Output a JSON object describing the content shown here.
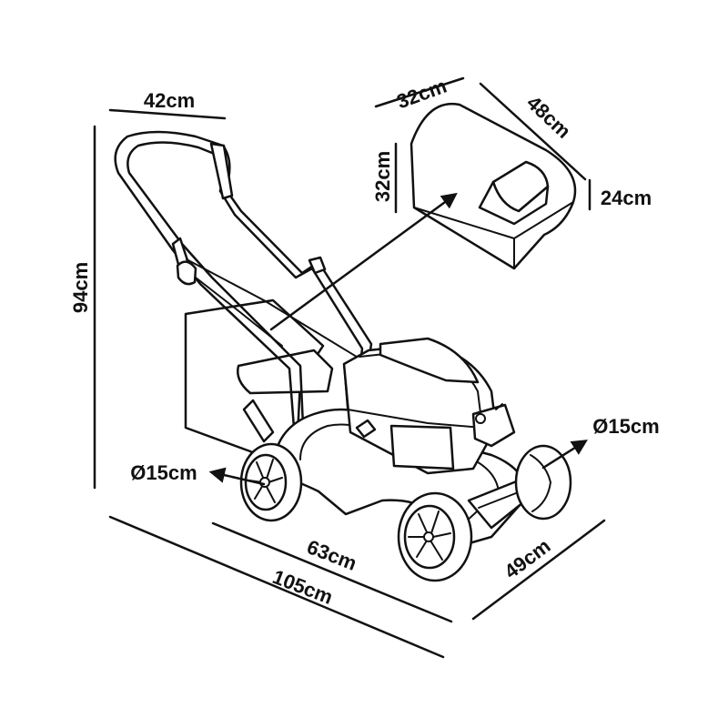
{
  "colors": {
    "line": "#111111",
    "background": "#ffffff"
  },
  "dimensions": {
    "handle_width": "42cm",
    "height": "94cm",
    "length": "105cm",
    "deck_length": "63cm",
    "width": "49cm",
    "wheel_front": "Ø15cm",
    "wheel_rear": "Ø15cm",
    "bag_depth": "32cm",
    "bag_height": "32cm",
    "bag_length": "48cm",
    "bag_rear_height": "24cm"
  },
  "icons": [
    "lawn-mower-illustration",
    "grass-bag-illustration",
    "arrow-icon"
  ]
}
